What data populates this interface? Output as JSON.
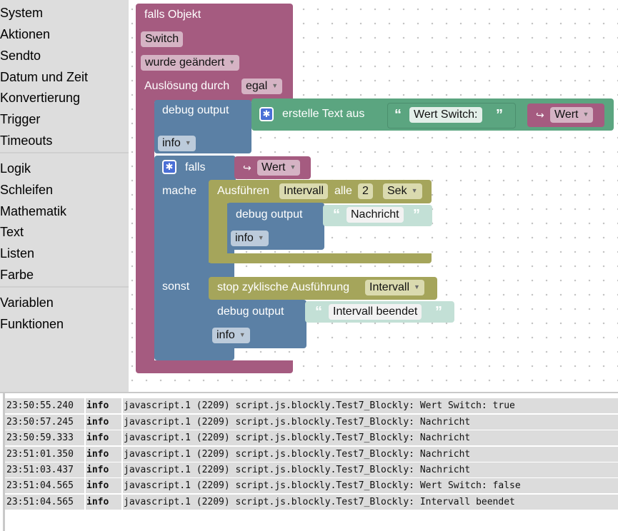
{
  "toolbox": {
    "categories": [
      "System",
      "Aktionen",
      "Sendto",
      "Datum und Zeit",
      "Konvertierung",
      "Trigger",
      "Timeouts",
      "Logik",
      "Schleifen",
      "Mathematik",
      "Text",
      "Listen",
      "Farbe",
      "Variablen",
      "Funktionen"
    ]
  },
  "blocks": {
    "trigger": {
      "title": "falls Objekt",
      "object": "Switch",
      "condition": "wurde geändert",
      "trigger_label": "Auslösung durch",
      "trigger_value": "egal"
    },
    "debug1": {
      "label": "debug output",
      "level": "info",
      "create_text": "erstelle Text aus",
      "text": "Wert Switch:",
      "value_label": "Wert"
    },
    "if_block": {
      "if_label": "falls",
      "condition": "Wert",
      "do_label": "mache",
      "else_label": "sonst"
    },
    "interval": {
      "label": "Ausführen",
      "name": "Intervall",
      "every": "alle",
      "number": "2",
      "unit": "Sek"
    },
    "debug2": {
      "label": "debug output",
      "text": "Nachricht",
      "level": "info"
    },
    "stop": {
      "label": "stop zyklische Ausführung",
      "name": "Intervall"
    },
    "debug3": {
      "label": "debug output",
      "text": "Intervall beendet",
      "level": "info"
    }
  },
  "log": [
    {
      "time": "23:50:55.240",
      "level": "info",
      "message": "javascript.1 (2209) script.js.blockly.Test7_Blockly: Wert Switch: true"
    },
    {
      "time": "23:50:57.245",
      "level": "info",
      "message": "javascript.1 (2209) script.js.blockly.Test7_Blockly: Nachricht"
    },
    {
      "time": "23:50:59.333",
      "level": "info",
      "message": "javascript.1 (2209) script.js.blockly.Test7_Blockly: Nachricht"
    },
    {
      "time": "23:51:01.350",
      "level": "info",
      "message": "javascript.1 (2209) script.js.blockly.Test7_Blockly: Nachricht"
    },
    {
      "time": "23:51:03.437",
      "level": "info",
      "message": "javascript.1 (2209) script.js.blockly.Test7_Blockly: Nachricht"
    },
    {
      "time": "23:51:04.565",
      "level": "info",
      "message": "javascript.1 (2209) script.js.blockly.Test7_Blockly: Wert Switch: false"
    },
    {
      "time": "23:51:04.565",
      "level": "info",
      "message": "javascript.1 (2209) script.js.blockly.Test7_Blockly: Intervall beendet"
    }
  ],
  "icons": {
    "gear": "gear-icon",
    "dropdown": "chevron-down-icon",
    "quote_open": "open-quote-icon",
    "quote_close": "close-quote-icon",
    "value_arrow": "return-arrow-icon"
  },
  "colors": {
    "event_block": "#a55b80",
    "debug_block": "#5b80a5",
    "text_block": "#5ba580",
    "timeout_block": "#a5a55b",
    "toolbox_bg": "#dddddd"
  }
}
